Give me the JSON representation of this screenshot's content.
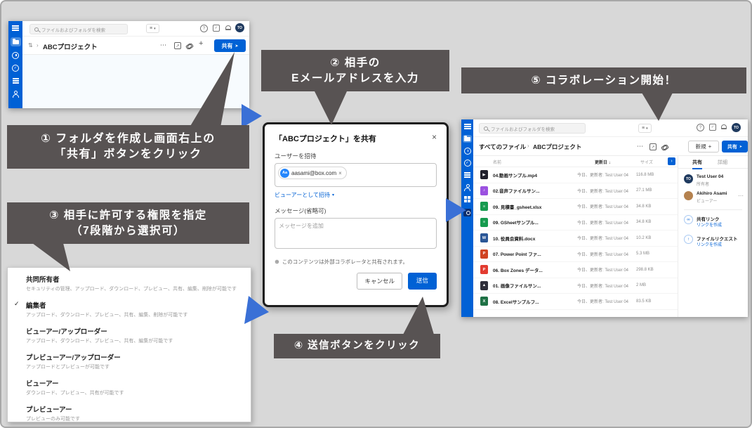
{
  "colors": {
    "box_blue": "#0061d5",
    "banner_bg": "#585353",
    "arrow_blue": "#3a70d6"
  },
  "icons": {
    "hamburger": "≡",
    "caret_down": "▾",
    "chevron_right": "›",
    "ellipsis": "⋯",
    "plus": "+",
    "send_arrow": "➤",
    "close": "×",
    "question": "?",
    "check": "✓",
    "sort_desc": "↓",
    "sort_pair": "⇅",
    "open_in": "↗",
    "globe": "⊕",
    "infinity": "∞",
    "arrow_up": "↑",
    "panel_arrow": "›"
  },
  "callouts": {
    "step1_line1": "① フォルダを作成し画面右上の",
    "step1_line2": "「共有」ボタンをクリック",
    "step2_line1": "② 相手の",
    "step2_line2": "Eメールアドレスを入力",
    "step3_line1": "③ 相手に許可する権限を指定",
    "step3_line2": "（7段階から選択可）",
    "step4": "④ 送信ボタンをクリック",
    "step5": "⑤ コラボレーション開始！"
  },
  "left_app": {
    "search_placeholder": "ファイルおよびフォルダを検索",
    "breadcrumb": "ABCプロジェクト",
    "avatar_initials": "TO",
    "share_button": "共有"
  },
  "dialog": {
    "title": "「ABCプロジェクト」を共有",
    "invite_label": "ユーザーを招待",
    "chip_initials": "Aa",
    "chip_email": "aasami@box.com",
    "invite_as_link": "ビューアーとして招待",
    "message_label": "メッセージ(省略可)",
    "message_placeholder": "メッセージを追加",
    "external_note": "このコンテンツは外部コラボレータと共有されます。",
    "cancel_button": "キャンセル",
    "send_button": "送信"
  },
  "permissions": [
    {
      "name": "共同所有者",
      "desc": "セキュリティの管理、アップロード、ダウンロード、プレビュー、共有、編集、削除が可能です"
    },
    {
      "name": "編集者",
      "desc": "アップロード、ダウンロード、プレビュー、共有、編集、削除が可能です"
    },
    {
      "name": "ビューアー/アップローダー",
      "desc": "アップロード、ダウンロード、プレビュー、共有、編集が可能です"
    },
    {
      "name": "プレビューアー/アップローダー",
      "desc": "アップロードとプレビューが可能です"
    },
    {
      "name": "ビューアー",
      "desc": "ダウンロード、プレビュー、共有が可能です"
    },
    {
      "name": "プレビューアー",
      "desc": "プレビューのみ可能です"
    }
  ],
  "right_app": {
    "search_placeholder": "ファイルおよびフォルダを検索",
    "breadcrumb_root": "すべてのファイル",
    "breadcrumb_current": "ABCプロジェクト",
    "new_button": "新規",
    "share_button": "共有",
    "avatar_initials": "TO",
    "col_name": "名前",
    "col_updated": "更新日",
    "col_size": "サイズ",
    "files": [
      {
        "name": "04.動画サンプル.mp4",
        "updated": "今日、更新者: Test User 04",
        "size": "116.8 MB",
        "glyph": "▶"
      },
      {
        "name": "02.音声ファイルサン...",
        "updated": "今日、更新者: Test User 04",
        "size": "27.1 MB",
        "glyph": "♪"
      },
      {
        "name": "09. 見積書_gsheet.xlsx",
        "updated": "今日、更新者: Test User 04",
        "size": "34.8 KB",
        "glyph": "≡"
      },
      {
        "name": "09. GSheetサンプル...",
        "updated": "今日、更新者: Test User 04",
        "size": "34.8 KB",
        "glyph": "≡"
      },
      {
        "name": "10. 役員会資料.docx",
        "updated": "今日、更新者: Test User 04",
        "size": "10.2 KB",
        "glyph": "W"
      },
      {
        "name": "07. Power Point ファ...",
        "updated": "今日、更新者: Test User 04",
        "size": "5.3 MB",
        "glyph": "P"
      },
      {
        "name": "06. Box Zones データ...",
        "updated": "今日、更新者: Test User 04",
        "size": "298.8 KB",
        "glyph": "P"
      },
      {
        "name": "01. 画像ファイルサン...",
        "updated": "今日、更新者: Test User 04",
        "size": "2 MB",
        "glyph": "▲"
      },
      {
        "name": "08. Excelサンプルフ...",
        "updated": "今日、更新者: Test User 04",
        "size": "83.5 KB",
        "glyph": "X"
      }
    ],
    "panel": {
      "tab_share": "共有",
      "tab_details": "詳細",
      "owner_name": "Test User 04",
      "owner_role": "所有者",
      "owner_initials": "TO",
      "collab_name": "Akihiro Asami",
      "collab_role": "ビューアー",
      "shared_link_label": "共有リンク",
      "shared_link_action": "リンクを作成",
      "file_request_label": "ファイルリクエスト",
      "file_request_action": "リンクを作成"
    }
  }
}
